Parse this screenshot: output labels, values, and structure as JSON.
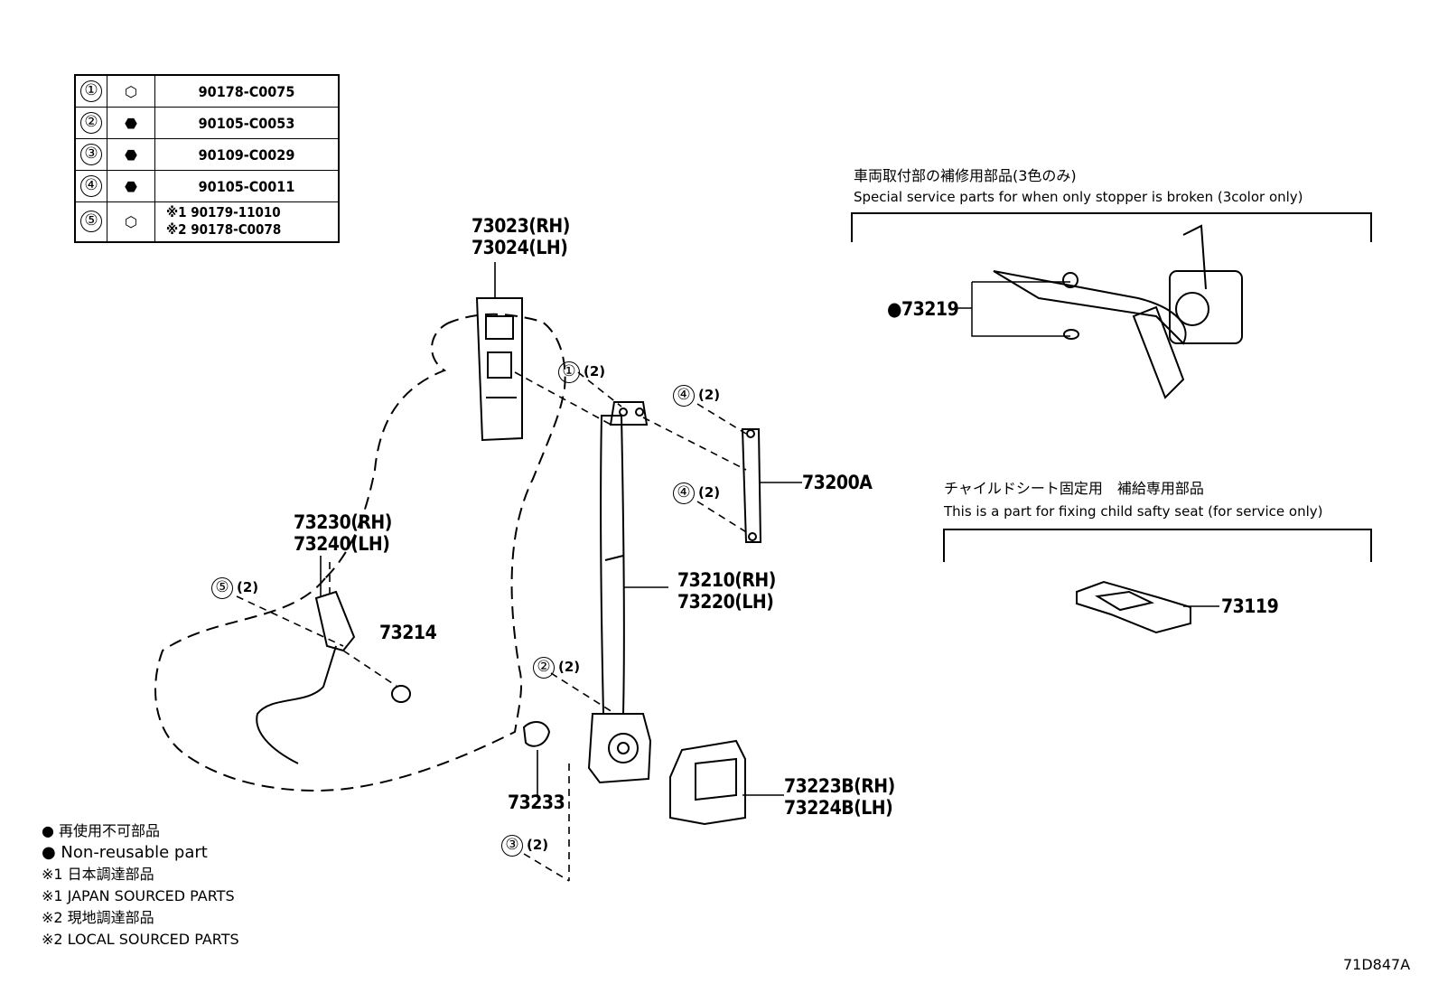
{
  "fastener_table": {
    "rows": [
      {
        "num": "①",
        "icon": "nut-icon",
        "part": "90178-C0075"
      },
      {
        "num": "②",
        "icon": "flange-bolt-icon",
        "part": "90105-C0053"
      },
      {
        "num": "③",
        "icon": "long-bolt-icon",
        "part": "90109-C0029"
      },
      {
        "num": "④",
        "icon": "flange-bolt-icon",
        "part": "90105-C0011"
      },
      {
        "num": "⑤",
        "icon": "nut-icon",
        "part1": "※1 90179-11010",
        "part2": "※2 90178-C0078"
      }
    ]
  },
  "parts": {
    "p73023": "73023(RH)",
    "p73024": "73024(LH)",
    "p73230": "73230(RH)",
    "p73240": "73240(LH)",
    "p73214": "73214",
    "p73200a": "73200A",
    "p73210": "73210(RH)",
    "p73220": "73220(LH)",
    "p73233": "73233",
    "p73223b": "73223B(RH)",
    "p73224b": "73224B(LH)",
    "p73219": "●73219",
    "p73119": "73119"
  },
  "callouts": {
    "c1": {
      "num": "①",
      "qty": "(2)"
    },
    "c2": {
      "num": "②",
      "qty": "(2)"
    },
    "c3": {
      "num": "③",
      "qty": "(2)"
    },
    "c4a": {
      "num": "④",
      "qty": "(2)"
    },
    "c4b": {
      "num": "④",
      "qty": "(2)"
    },
    "c5": {
      "num": "⑤",
      "qty": "(2)"
    }
  },
  "stopper_panel": {
    "title_jp": "車両取付部の補修用部品(3色のみ)",
    "title_en": "Special service parts for when only stopper is broken (3color only)"
  },
  "child_seat_panel": {
    "title_jp": "チャイルドシート固定用　補給専用部品",
    "title_en": "This is a part for fixing child safty seat (for service only)"
  },
  "legend": {
    "line1": "● 再使用不可部品",
    "line2": "● Non-reusable part",
    "line3": "※1 日本調達部品",
    "line4": "※1 JAPAN SOURCED PARTS",
    "line5": "※2 現地調達部品",
    "line6": "※2 LOCAL SOURCED PARTS"
  },
  "figure_id": "71D847A"
}
